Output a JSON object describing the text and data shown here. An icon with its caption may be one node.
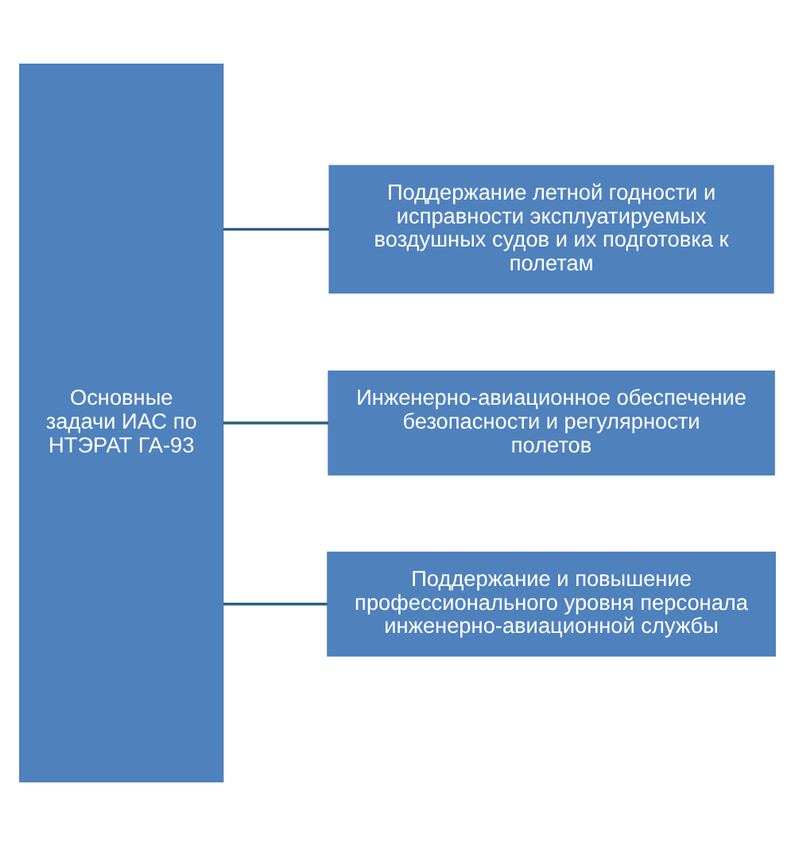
{
  "diagram": {
    "nodes": [
      {
        "text": [
          "Основные задачи ИАС по НТЭРАТ ГА-93"
        ]
      },
      {
        "text": [
          "Поддержание летной годности и исправности эксплуатируемых воздушных судов и их подготовка к полетам"
        ]
      },
      {
        "text": [
          "Инженерно-авиационное обеспечение безопасности и регулярности полетов"
        ]
      },
      {
        "text": [
          "Поддержание и повышение профессионального уровня персонала инженерно-авиационной службы"
        ]
      }
    ],
    "edges": [
      {
        "from": 0,
        "to": 1,
        "arrow": "none"
      },
      {
        "from": 0,
        "to": 2,
        "arrow": "none"
      },
      {
        "from": 0,
        "to": 3,
        "arrow": "none"
      }
    ]
  }
}
